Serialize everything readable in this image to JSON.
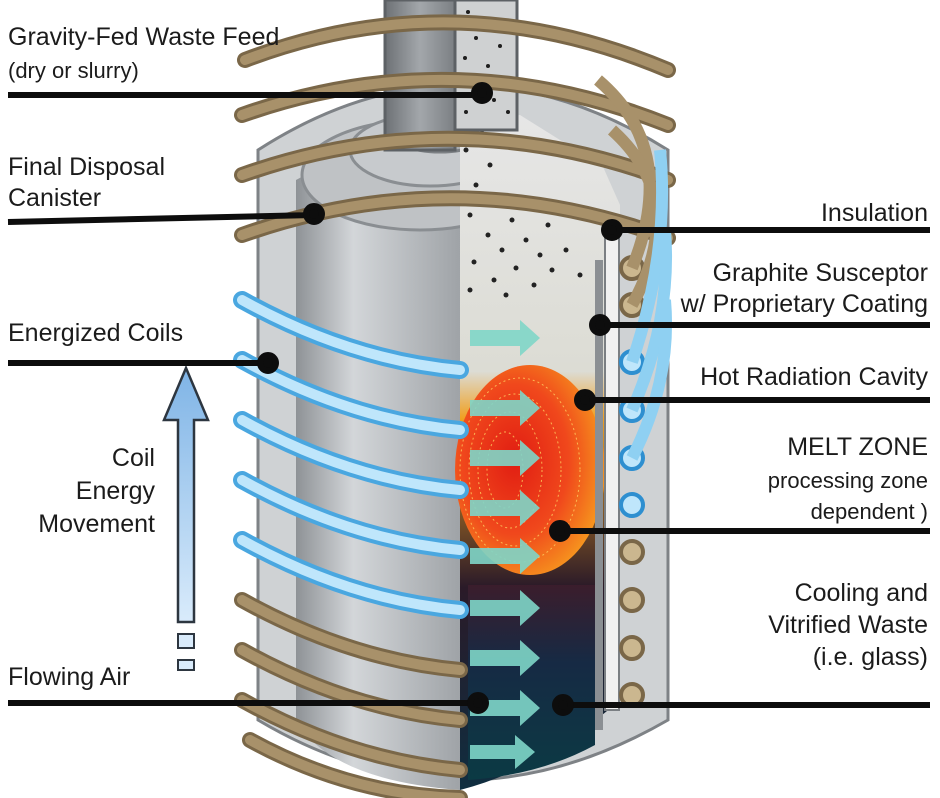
{
  "labels": {
    "gravity_feed": "Gravity-Fed  Waste Feed",
    "gravity_feed_note": "(dry or slurry)",
    "canister_line1": "Final Disposal",
    "canister_line2": "Canister",
    "energized_coils": "Energized Coils",
    "coil_energy_line1": "Coil",
    "coil_energy_line2": "Energy",
    "coil_energy_line3": "Movement",
    "flowing_air": "Flowing Air",
    "insulation": "Insulation",
    "susceptor_line1": "Graphite Susceptor",
    "susceptor_line2": "w/ Proprietary Coating",
    "hot_cavity": "Hot Radiation Cavity",
    "melt_zone_line1": "MELT ZONE",
    "melt_zone_line2": "processing zone",
    "melt_zone_line3": "dependent )",
    "cooling_line1": "Cooling and",
    "cooling_line2": "Vitrified Waste",
    "cooling_line3": "(i.e. glass)"
  },
  "colors": {
    "coil": "#a8916a",
    "coil_energized": "#8fd0f2",
    "canister": "#b9bcbf",
    "melt": "#e8401c",
    "melt_glow": "#f7a11e",
    "vitrified": "#16324a",
    "airflow": "#7fd6c8",
    "leader": "#0d0d0d"
  }
}
